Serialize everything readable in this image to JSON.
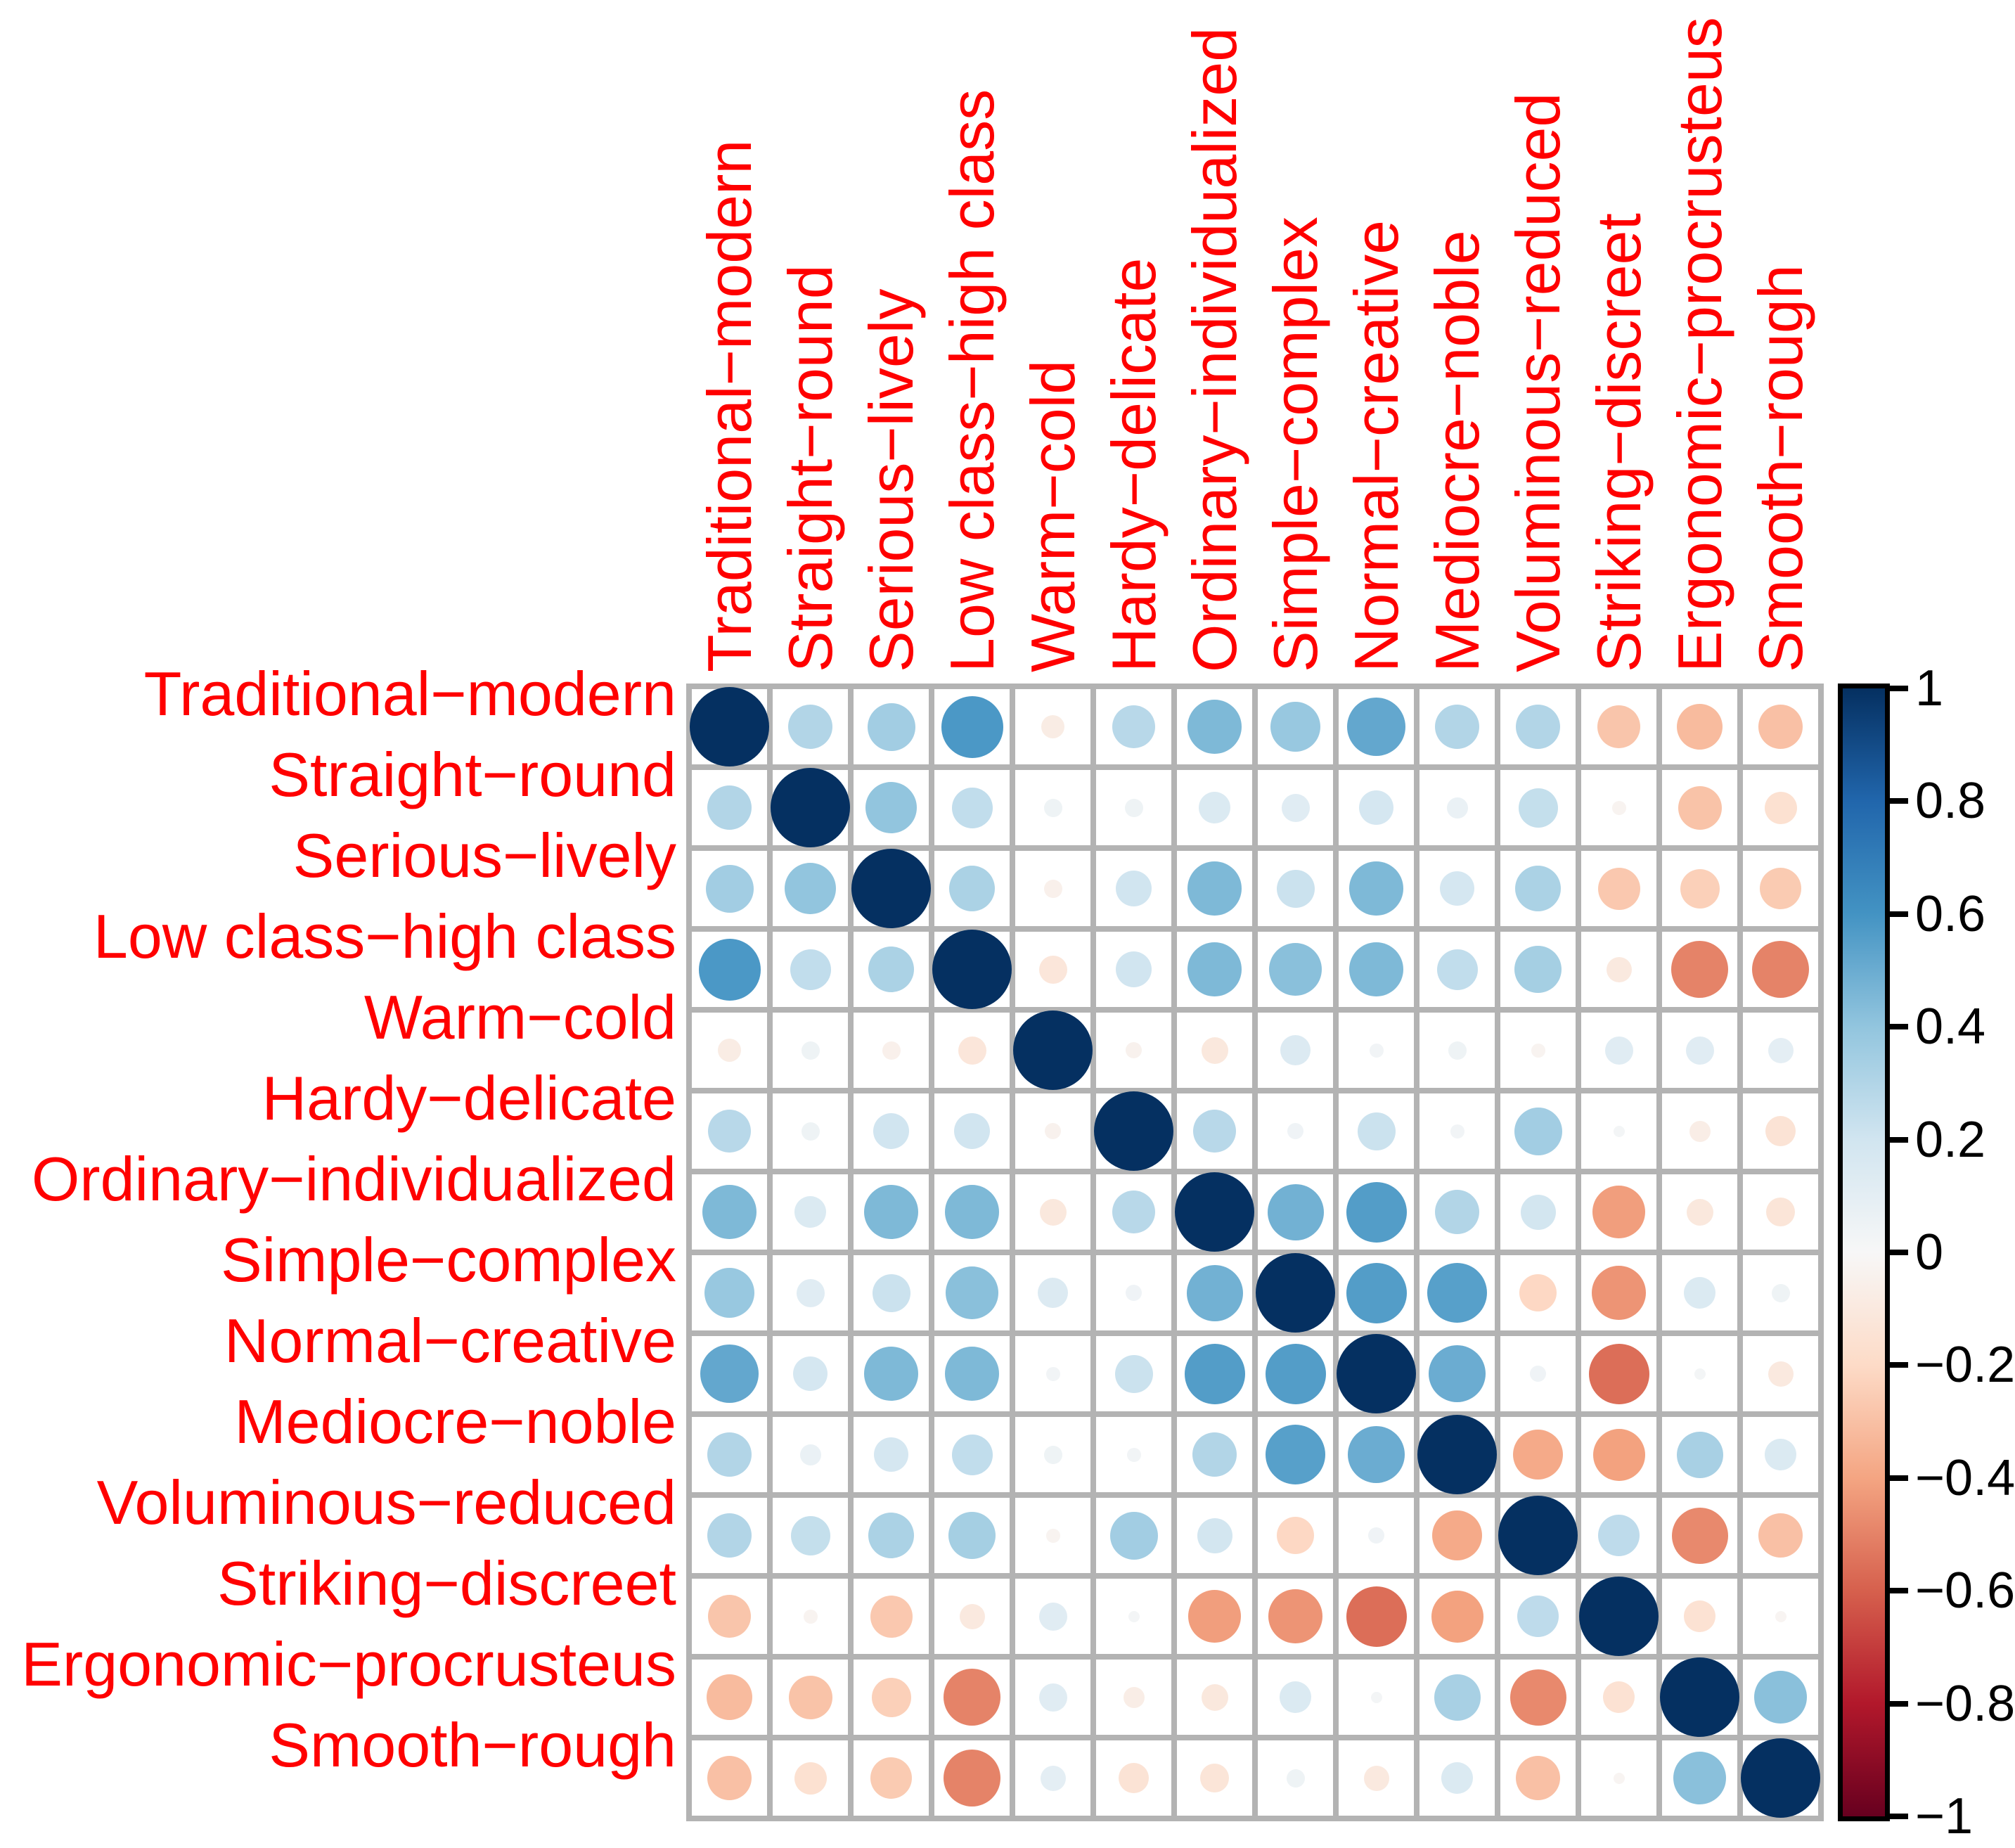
{
  "chart_data": {
    "type": "heatmap",
    "variant": "correlation-circle-matrix",
    "title": "",
    "labels": [
      "Traditional−modern",
      "Straight−round",
      "Serious−lively",
      "Low class−high class",
      "Warm−cold",
      "Hardy−delicate",
      "Ordinary−individualized",
      "Simple−complex",
      "Normal−creative",
      "Mediocre−noble",
      "Voluminous−reduced",
      "Striking−discreet",
      "Ergonomic−procrusteus",
      "Smooth−rough"
    ],
    "matrix": [
      [
        1.0,
        0.3,
        0.35,
        0.58,
        -0.08,
        0.28,
        0.45,
        0.38,
        0.52,
        0.3,
        0.3,
        -0.28,
        -0.32,
        -0.3
      ],
      [
        0.3,
        1.0,
        0.4,
        0.25,
        0.05,
        0.05,
        0.15,
        0.12,
        0.18,
        0.07,
        0.24,
        -0.03,
        -0.29,
        -0.16
      ],
      [
        0.35,
        0.4,
        1.0,
        0.32,
        -0.05,
        0.2,
        0.45,
        0.22,
        0.45,
        0.18,
        0.32,
        -0.27,
        -0.24,
        -0.26
      ],
      [
        0.58,
        0.25,
        0.32,
        1.0,
        -0.12,
        0.2,
        0.45,
        0.42,
        0.45,
        0.25,
        0.34,
        -0.1,
        -0.5,
        -0.5
      ],
      [
        -0.08,
        0.05,
        -0.05,
        -0.12,
        1.0,
        -0.04,
        -0.11,
        0.14,
        0.03,
        0.05,
        -0.03,
        0.12,
        0.12,
        0.1
      ],
      [
        0.28,
        0.05,
        0.2,
        0.2,
        -0.04,
        1.0,
        0.28,
        0.04,
        0.22,
        0.03,
        0.35,
        0.02,
        -0.07,
        -0.14
      ],
      [
        0.45,
        0.15,
        0.45,
        0.45,
        -0.11,
        0.28,
        1.0,
        0.48,
        0.56,
        0.3,
        0.19,
        -0.42,
        -0.11,
        -0.13
      ],
      [
        0.38,
        0.12,
        0.22,
        0.42,
        0.14,
        0.04,
        0.48,
        1.0,
        0.56,
        0.55,
        -0.21,
        -0.45,
        0.15,
        0.05
      ],
      [
        0.52,
        0.18,
        0.45,
        0.45,
        0.03,
        0.22,
        0.56,
        0.56,
        1.0,
        0.5,
        0.04,
        -0.56,
        0.02,
        -0.1
      ],
      [
        0.3,
        0.07,
        0.18,
        0.25,
        0.05,
        0.03,
        0.3,
        0.55,
        0.5,
        1.0,
        -0.38,
        -0.41,
        0.33,
        0.15
      ],
      [
        0.3,
        0.24,
        0.32,
        0.34,
        -0.03,
        0.35,
        0.19,
        -0.21,
        0.04,
        -0.38,
        1.0,
        0.26,
        -0.48,
        -0.3
      ],
      [
        -0.28,
        -0.03,
        -0.27,
        -0.1,
        0.12,
        0.02,
        -0.42,
        -0.45,
        -0.56,
        -0.41,
        0.26,
        1.0,
        -0.15,
        -0.02
      ],
      [
        -0.32,
        -0.29,
        -0.24,
        -0.5,
        0.12,
        -0.07,
        -0.11,
        0.15,
        0.02,
        0.33,
        -0.48,
        -0.15,
        1.0,
        0.42
      ],
      [
        -0.3,
        -0.16,
        -0.26,
        -0.5,
        0.1,
        -0.14,
        -0.13,
        0.05,
        -0.1,
        0.15,
        -0.3,
        -0.02,
        0.42,
        1.0
      ]
    ],
    "colorbar": {
      "min": -1,
      "max": 1,
      "tick_values": [
        1,
        0.8,
        0.6,
        0.4,
        0.2,
        0,
        -0.2,
        -0.4,
        -0.6,
        -0.8,
        -1
      ],
      "tick_labels": [
        "1",
        "0.8",
        "0.6",
        "0.4",
        "0.2",
        "0",
        "−0.2",
        "−0.4",
        "−0.6",
        "−0.8",
        "−1"
      ]
    },
    "palette": {
      "name": "RdBu",
      "stops_low_to_high": [
        "#67001F",
        "#B2182B",
        "#D6604D",
        "#F4A582",
        "#FDDBC7",
        "#F7F7F7",
        "#D1E5F0",
        "#92C5DE",
        "#4393C3",
        "#2166AC",
        "#053061"
      ],
      "axis_label_color": "#FF0000",
      "grid_line_color": "#B3B3B3",
      "tick_label_color": "#000000",
      "background_color": "#FFFFFF"
    }
  }
}
